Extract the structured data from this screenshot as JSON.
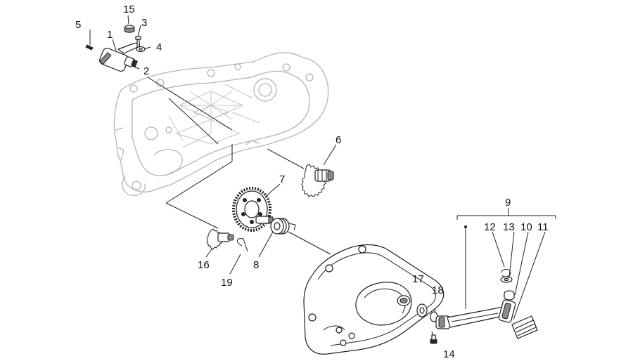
{
  "labels": {
    "p1": "1",
    "p2": "2",
    "p3": "3",
    "p4": "4",
    "p5": "5",
    "p6": "6",
    "p7": "7",
    "p8": "8",
    "p9": "9",
    "p10": "10",
    "p11": "11",
    "p12": "12",
    "p13": "13",
    "p14": "14",
    "p15": "15",
    "p16": "16",
    "p17": "17",
    "p18": "18",
    "p19": "19"
  },
  "colors": {
    "ink": "#1e1e1e",
    "ghost": "#b4b4b4"
  }
}
